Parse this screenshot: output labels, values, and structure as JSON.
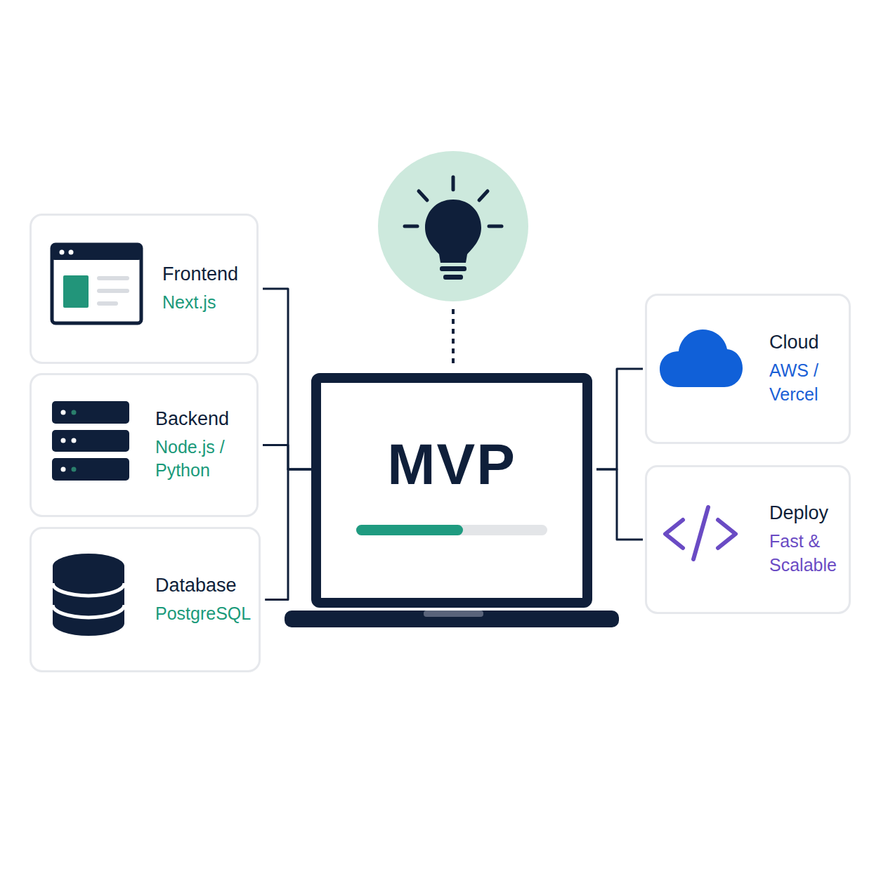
{
  "diagram": {
    "nodes": [
      {
        "text": [
          "Frontend",
          "Next.js"
        ]
      },
      {
        "text": [
          "Backend",
          "Node.js / Python"
        ]
      },
      {
        "text": [
          "Database",
          "PostgreSQL"
        ]
      },
      {
        "text": [
          "MVP"
        ]
      },
      {
        "text": [
          "Cloud",
          "AWS / Vercel"
        ]
      },
      {
        "text": [
          "Deploy",
          "Fast & Scalable"
        ]
      }
    ],
    "edges": [
      {
        "from": 0,
        "to": 3,
        "arrow": "none"
      },
      {
        "from": 1,
        "to": 3,
        "arrow": "none"
      },
      {
        "from": 2,
        "to": 3,
        "arrow": "none"
      },
      {
        "from": 3,
        "to": 4,
        "arrow": "none"
      },
      {
        "from": 3,
        "to": 5,
        "arrow": "none"
      }
    ]
  }
}
